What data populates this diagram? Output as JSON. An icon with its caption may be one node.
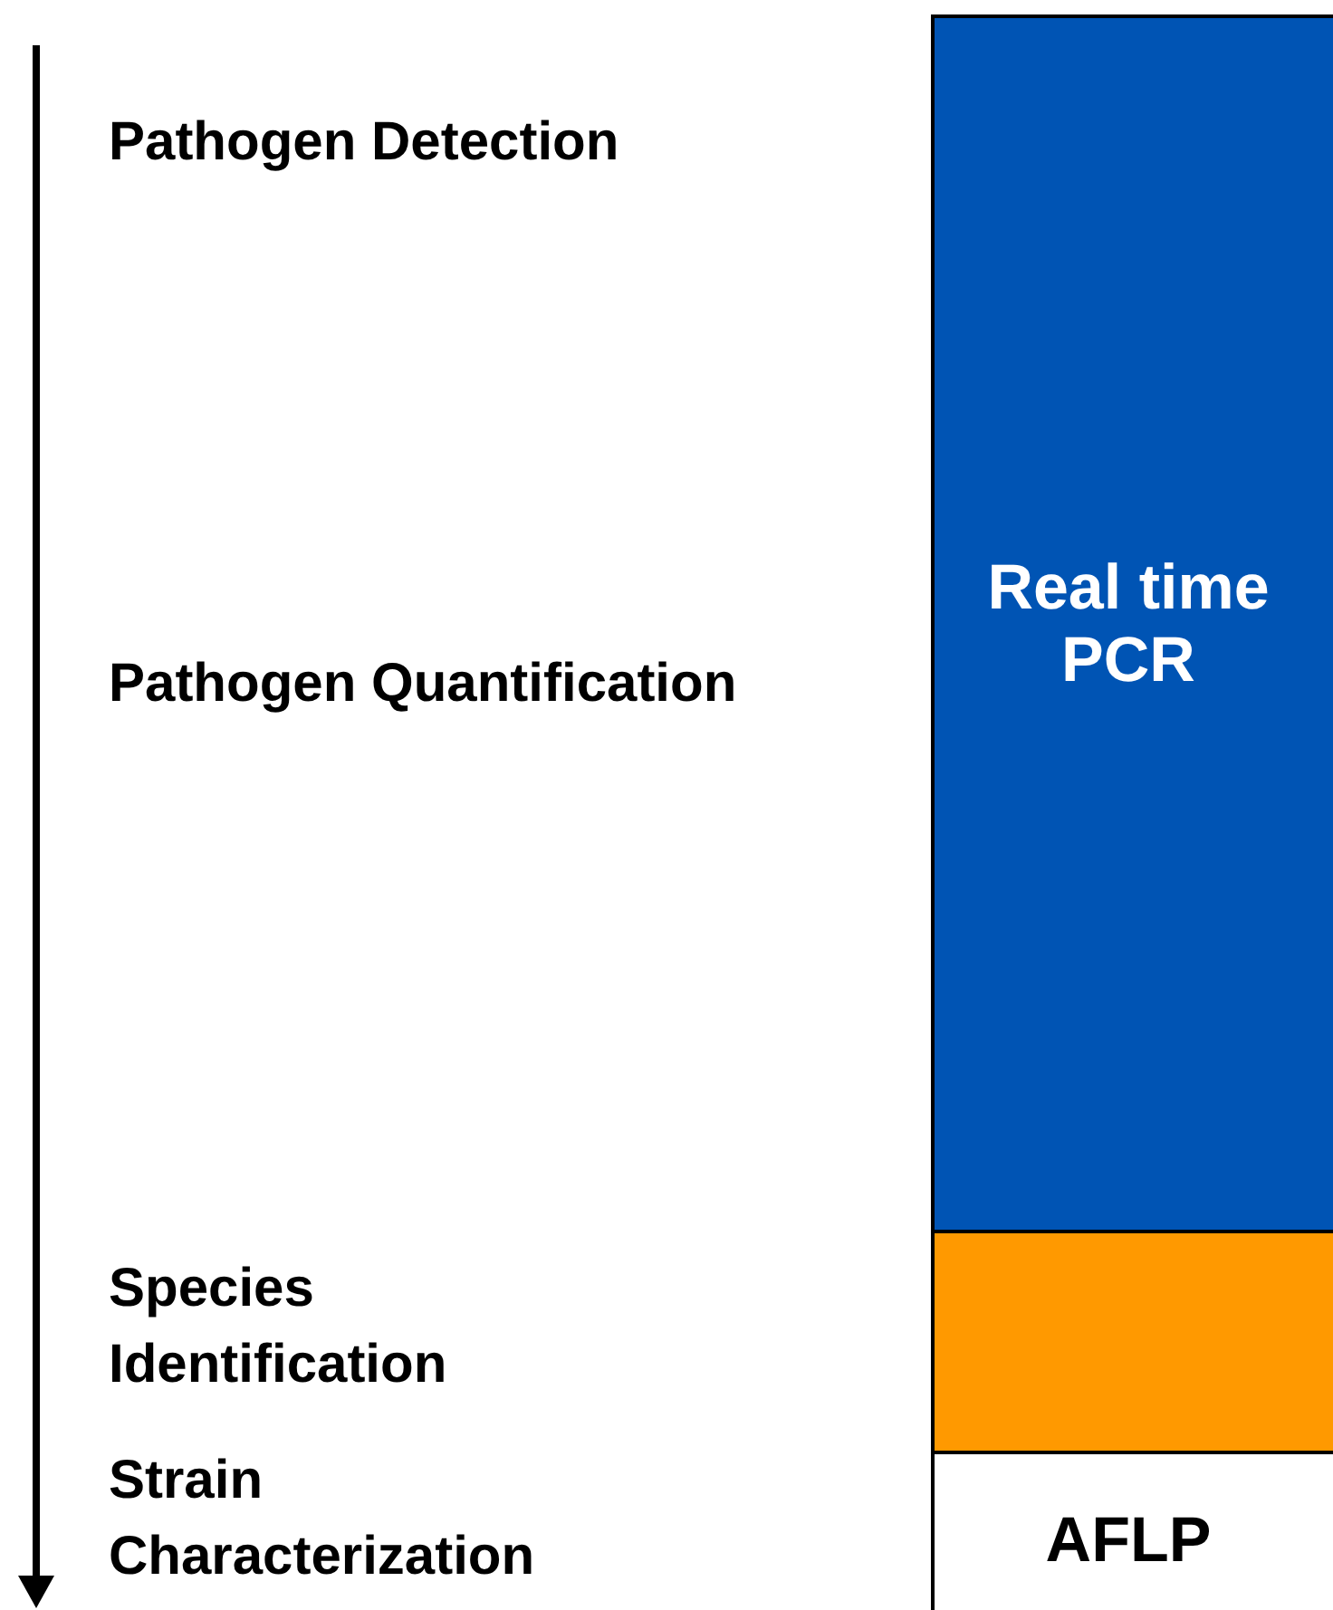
{
  "diagram": {
    "nodes": [
      {
        "text": [
          "Real time PCR"
        ]
      },
      {
        "text": [],
        "shape": "box"
      },
      {
        "text": [
          "AFLP"
        ]
      }
    ],
    "labels": [
      "Pathogen Detection",
      "Pathogen Quantification",
      "Species Identification",
      "Strain Characterization"
    ]
  }
}
